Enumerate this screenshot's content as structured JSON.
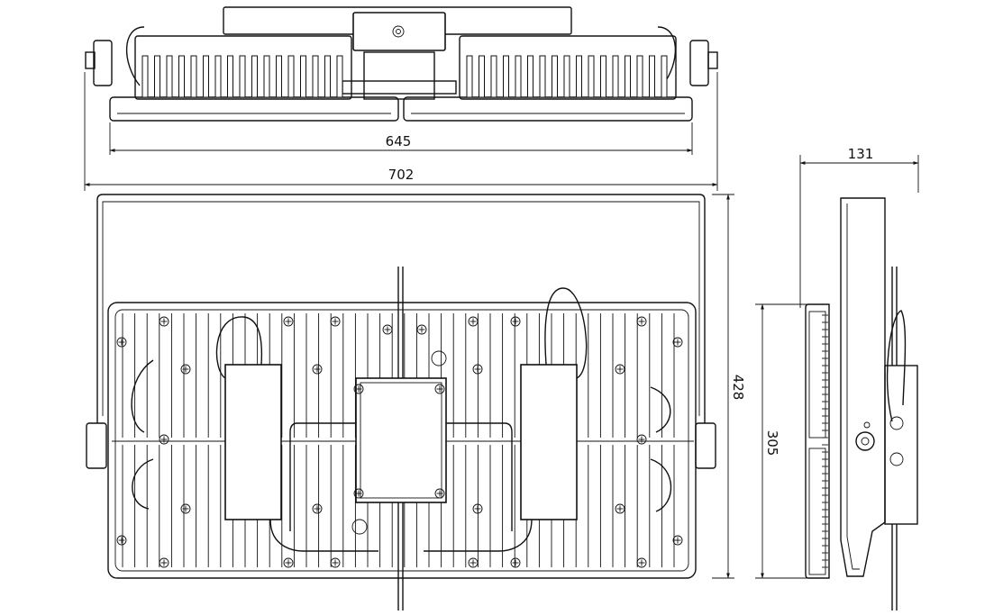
{
  "dimensions": {
    "front_inner_width": "645",
    "front_overall_width": "702",
    "side_depth": "131",
    "overall_height": "428",
    "housing_height": "305"
  }
}
